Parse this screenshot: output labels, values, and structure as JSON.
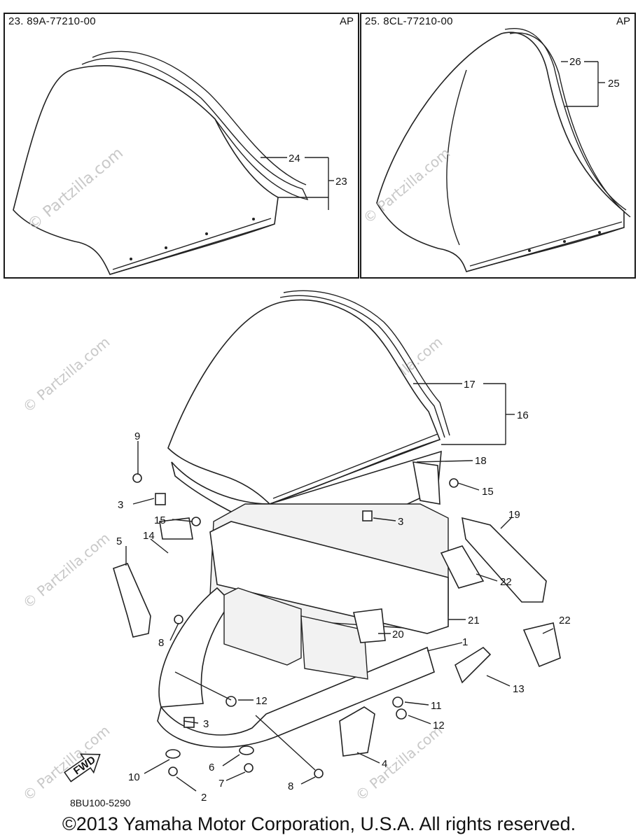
{
  "panels": [
    {
      "title": "23. 89A-77210-00",
      "tag": "AP"
    },
    {
      "title": "25. 8CL-77210-00",
      "tag": "AP"
    }
  ],
  "callouts_top": [
    "24",
    "23",
    "26",
    "25"
  ],
  "callouts_main": [
    "17",
    "16",
    "9",
    "18",
    "15",
    "3",
    "3",
    "15",
    "14",
    "19",
    "5",
    "22",
    "21",
    "8",
    "20",
    "22",
    "1",
    "12",
    "13",
    "11",
    "3",
    "12",
    "4",
    "10",
    "6",
    "7",
    "8",
    "2"
  ],
  "watermark": "© Partzilla.com",
  "fwd_label": "FWD",
  "diagram_code": "8BU100-5290",
  "copyright": "©2013 Yamaha Motor Corporation, U.S.A. All rights reserved.",
  "colors": {
    "line": "#222222",
    "watermark": "#c8c8c8",
    "background": "#ffffff"
  }
}
